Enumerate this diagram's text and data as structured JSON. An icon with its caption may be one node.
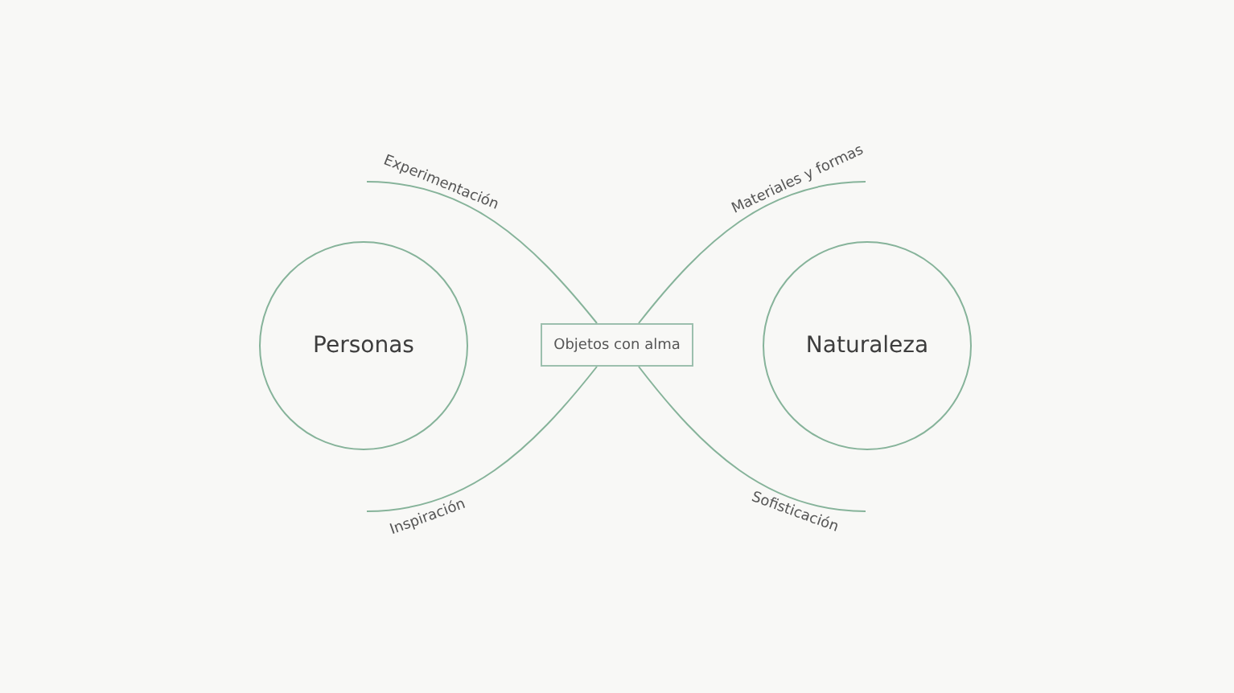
{
  "diagram": {
    "nodes": [
      {
        "text": [
          "Personas"
        ]
      },
      {
        "text": [
          "Objetos con alma"
        ]
      },
      {
        "text": [
          "Naturaleza"
        ]
      }
    ],
    "edges": [
      {
        "from": 1,
        "to": null,
        "arrow": "none",
        "label": "Experimentación"
      },
      {
        "from": 1,
        "to": null,
        "arrow": "none",
        "label": "Materiales y formas"
      },
      {
        "from": 1,
        "to": null,
        "arrow": "none",
        "label": "Inspiración"
      },
      {
        "from": 1,
        "to": null,
        "arrow": "none",
        "label": "Sofisticación"
      }
    ]
  }
}
